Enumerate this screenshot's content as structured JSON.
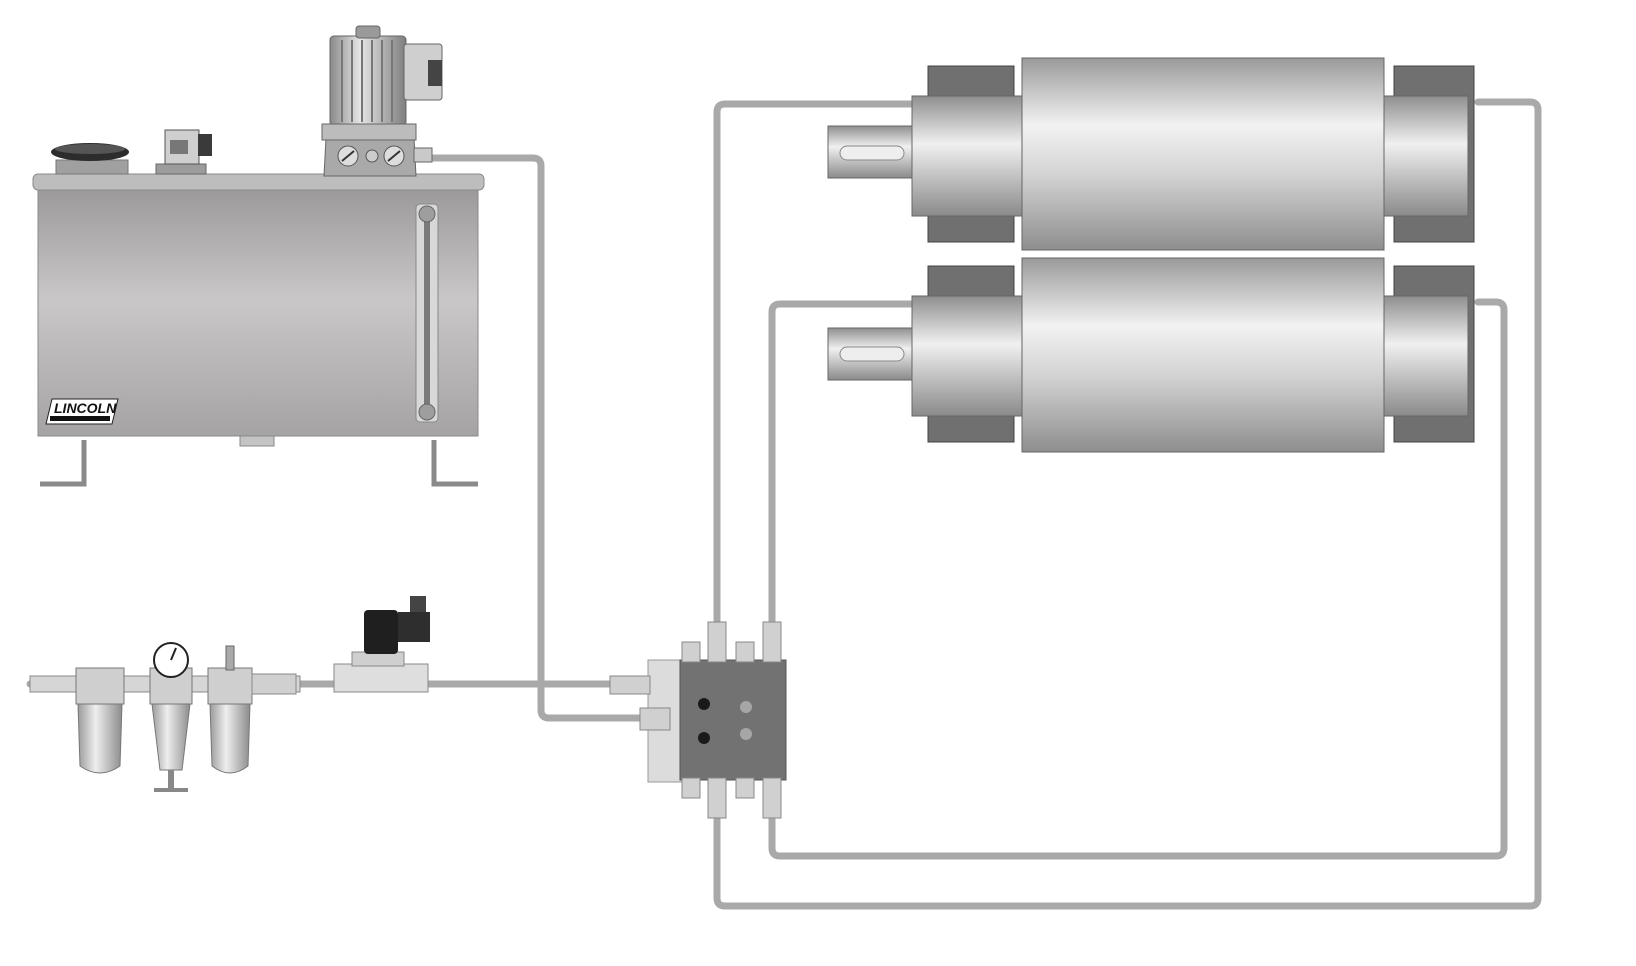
{
  "diagram": {
    "brand_logo_text": "LINCOLN",
    "colors": {
      "pipe": "#a9a9a9",
      "tank": "#b3b0b1",
      "roller": "#c8c8c8",
      "housing": "#7a7a7a",
      "distributor": "#707070"
    },
    "components": [
      "oil-tank-unit",
      "pump-motor",
      "sight-glass",
      "air-service-unit",
      "pressure-gauge",
      "solenoid-valve",
      "oil-air-distributor",
      "upper-roller",
      "lower-roller"
    ]
  }
}
